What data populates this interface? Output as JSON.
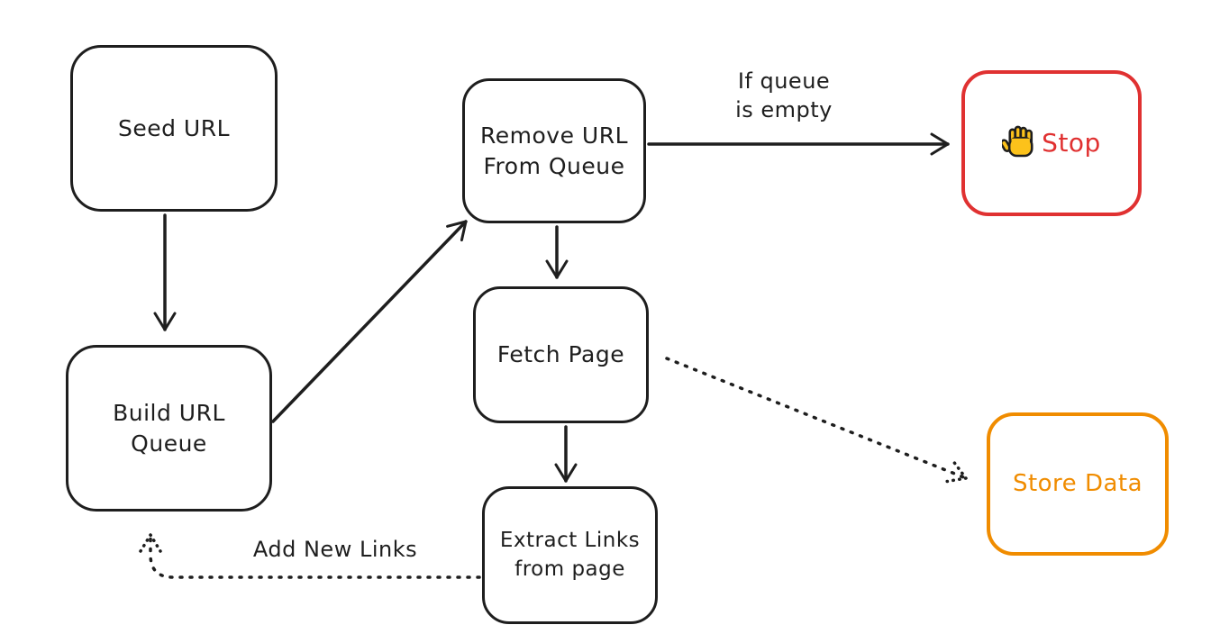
{
  "colors": {
    "ink": "#1e1e1e",
    "stop-red": "#e03131",
    "store-orange": "#f08c00",
    "hand-yellow": "#fcc21b",
    "background": "#ffffff"
  },
  "nodes": {
    "seed_url": {
      "label": "Seed URL"
    },
    "build_url_queue": {
      "label": "Build URL\nQueue"
    },
    "remove_url_from_queue": {
      "label": "Remove URL\nFrom Queue"
    },
    "fetch_page": {
      "label": "Fetch Page"
    },
    "extract_links": {
      "label": "Extract Links\nfrom page"
    },
    "stop": {
      "label": "Stop",
      "icon": "raised-hand-icon"
    },
    "store_data": {
      "label": "Store Data"
    }
  },
  "edge_labels": {
    "if_queue_is_empty": "If queue\nis empty",
    "add_new_links": "Add New Links"
  }
}
